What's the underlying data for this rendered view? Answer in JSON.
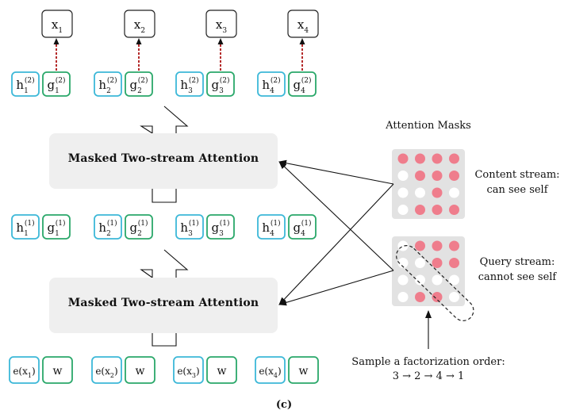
{
  "outputs": [
    {
      "base": "x",
      "sub": "1"
    },
    {
      "base": "x",
      "sub": "2"
    },
    {
      "base": "x",
      "sub": "3"
    },
    {
      "base": "x",
      "sub": "4"
    }
  ],
  "layer2": {
    "h": [
      {
        "base": "h",
        "sub": "1",
        "sup": "(2)"
      },
      {
        "base": "h",
        "sub": "2",
        "sup": "(2)"
      },
      {
        "base": "h",
        "sub": "3",
        "sup": "(2)"
      },
      {
        "base": "h",
        "sub": "4",
        "sup": "(2)"
      }
    ],
    "g": [
      {
        "base": "g",
        "sub": "1",
        "sup": "(2)"
      },
      {
        "base": "g",
        "sub": "2",
        "sup": "(2)"
      },
      {
        "base": "g",
        "sub": "3",
        "sup": "(2)"
      },
      {
        "base": "g",
        "sub": "4",
        "sup": "(2)"
      }
    ]
  },
  "layer1": {
    "h": [
      {
        "base": "h",
        "sub": "1",
        "sup": "(1)"
      },
      {
        "base": "h",
        "sub": "2",
        "sup": "(1)"
      },
      {
        "base": "h",
        "sub": "3",
        "sup": "(1)"
      },
      {
        "base": "h",
        "sub": "4",
        "sup": "(1)"
      }
    ],
    "g": [
      {
        "base": "g",
        "sub": "1",
        "sup": "(1)"
      },
      {
        "base": "g",
        "sub": "2",
        "sup": "(1)"
      },
      {
        "base": "g",
        "sub": "3",
        "sup": "(1)"
      },
      {
        "base": "g",
        "sub": "4",
        "sup": "(1)"
      }
    ]
  },
  "inputs": {
    "e": [
      {
        "pre": "e(x",
        "sub": "1",
        "post": ")"
      },
      {
        "pre": "e(x",
        "sub": "2",
        "post": ")"
      },
      {
        "pre": "e(x",
        "sub": "3",
        "post": ")"
      },
      {
        "pre": "e(x",
        "sub": "4",
        "post": ")"
      }
    ],
    "w": [
      "w",
      "w",
      "w",
      "w"
    ]
  },
  "attention_blocks": {
    "upper": "Masked Two-stream Attention",
    "lower": "Masked Two-stream Attention"
  },
  "masks": {
    "title": "Attention Masks",
    "content_label": [
      "Content stream:",
      "can see self"
    ],
    "query_label": [
      "Query stream:",
      "cannot see self"
    ],
    "content_matrix": [
      [
        1,
        1,
        1,
        1
      ],
      [
        0,
        1,
        1,
        1
      ],
      [
        0,
        0,
        1,
        0
      ],
      [
        0,
        1,
        1,
        1
      ]
    ],
    "query_matrix": [
      [
        0,
        1,
        1,
        1
      ],
      [
        0,
        0,
        1,
        1
      ],
      [
        0,
        0,
        0,
        0
      ],
      [
        0,
        1,
        1,
        0
      ]
    ]
  },
  "sample": {
    "line1": "Sample a factorization order:",
    "line2": "3 → 2 → 4 → 1"
  },
  "caption": "(c)",
  "colors": {
    "h_border": "#3cb8d8",
    "g_border": "#2aa86a",
    "e_border": "#3cb8d8",
    "w_border": "#2aa86a",
    "dot_on": "#ef7d8c",
    "dot_off": "#ffffff",
    "matrix_bg": "#e2e2e2",
    "block_bg": "#efefef",
    "dashed_link": "#b42a2a"
  }
}
